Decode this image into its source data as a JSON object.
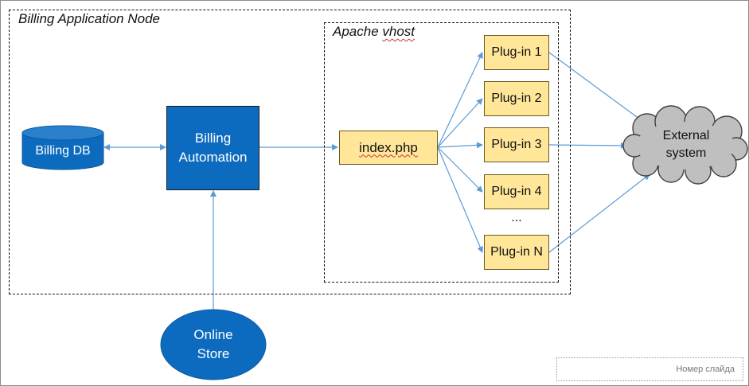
{
  "frames": {
    "node_title": "Billing Application Node",
    "vhost_title": "Apache vhost"
  },
  "nodes": {
    "billing_db": "Billing DB",
    "billing_automation_line1": "Billing",
    "billing_automation_line2": "Automation",
    "index_php": "index.php",
    "online_store_line1": "Online",
    "online_store_line2": "Store",
    "external_line1": "External",
    "external_line2": "system"
  },
  "plugins": [
    "Plug-in 1",
    "Plug-in 2",
    "Plug-in 3",
    "Plug-in 4",
    "Plug-in N"
  ],
  "plugins_ellipsis": "...",
  "footer": {
    "slide_number_placeholder": "Номер слайда"
  },
  "colors": {
    "accent_blue": "#0d6bbf",
    "plugin_fill": "#ffe699",
    "connector": "#5b9bd5",
    "cloud_fill": "#bfbfbf"
  }
}
